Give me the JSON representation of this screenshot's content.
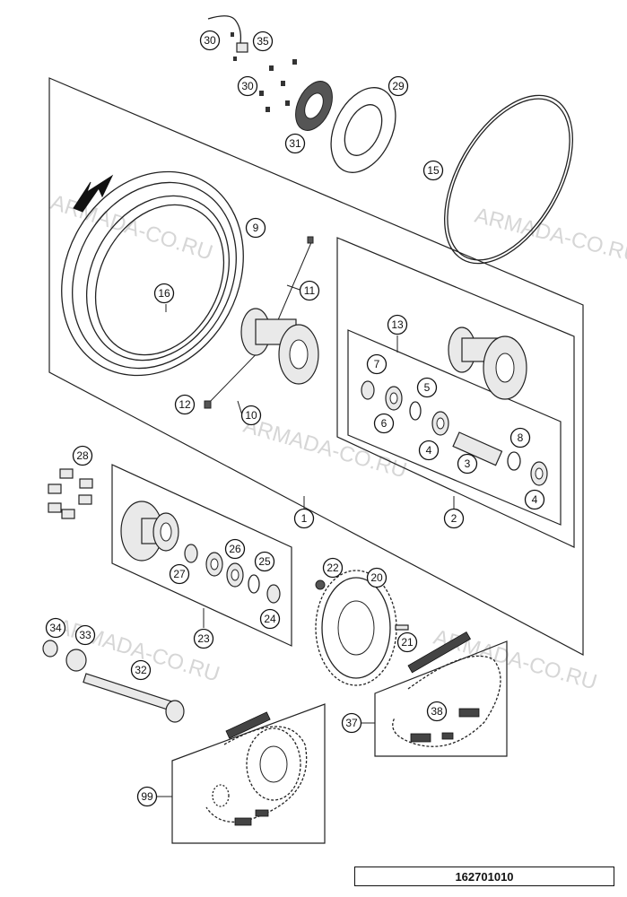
{
  "watermark": "ARMADA-CO.RU",
  "drawing_number": "162701010",
  "callouts": [
    "1",
    "2",
    "3",
    "4",
    "4",
    "5",
    "6",
    "7",
    "8",
    "9",
    "10",
    "11",
    "12",
    "13",
    "15",
    "16",
    "20",
    "21",
    "22",
    "23",
    "24",
    "25",
    "26",
    "27",
    "28",
    "29",
    "30",
    "30",
    "31",
    "32",
    "33",
    "34",
    "35",
    "37",
    "38",
    "99"
  ],
  "colors": {
    "line": "#222222",
    "watermark": "#c9c9c9",
    "background": "#ffffff"
  }
}
